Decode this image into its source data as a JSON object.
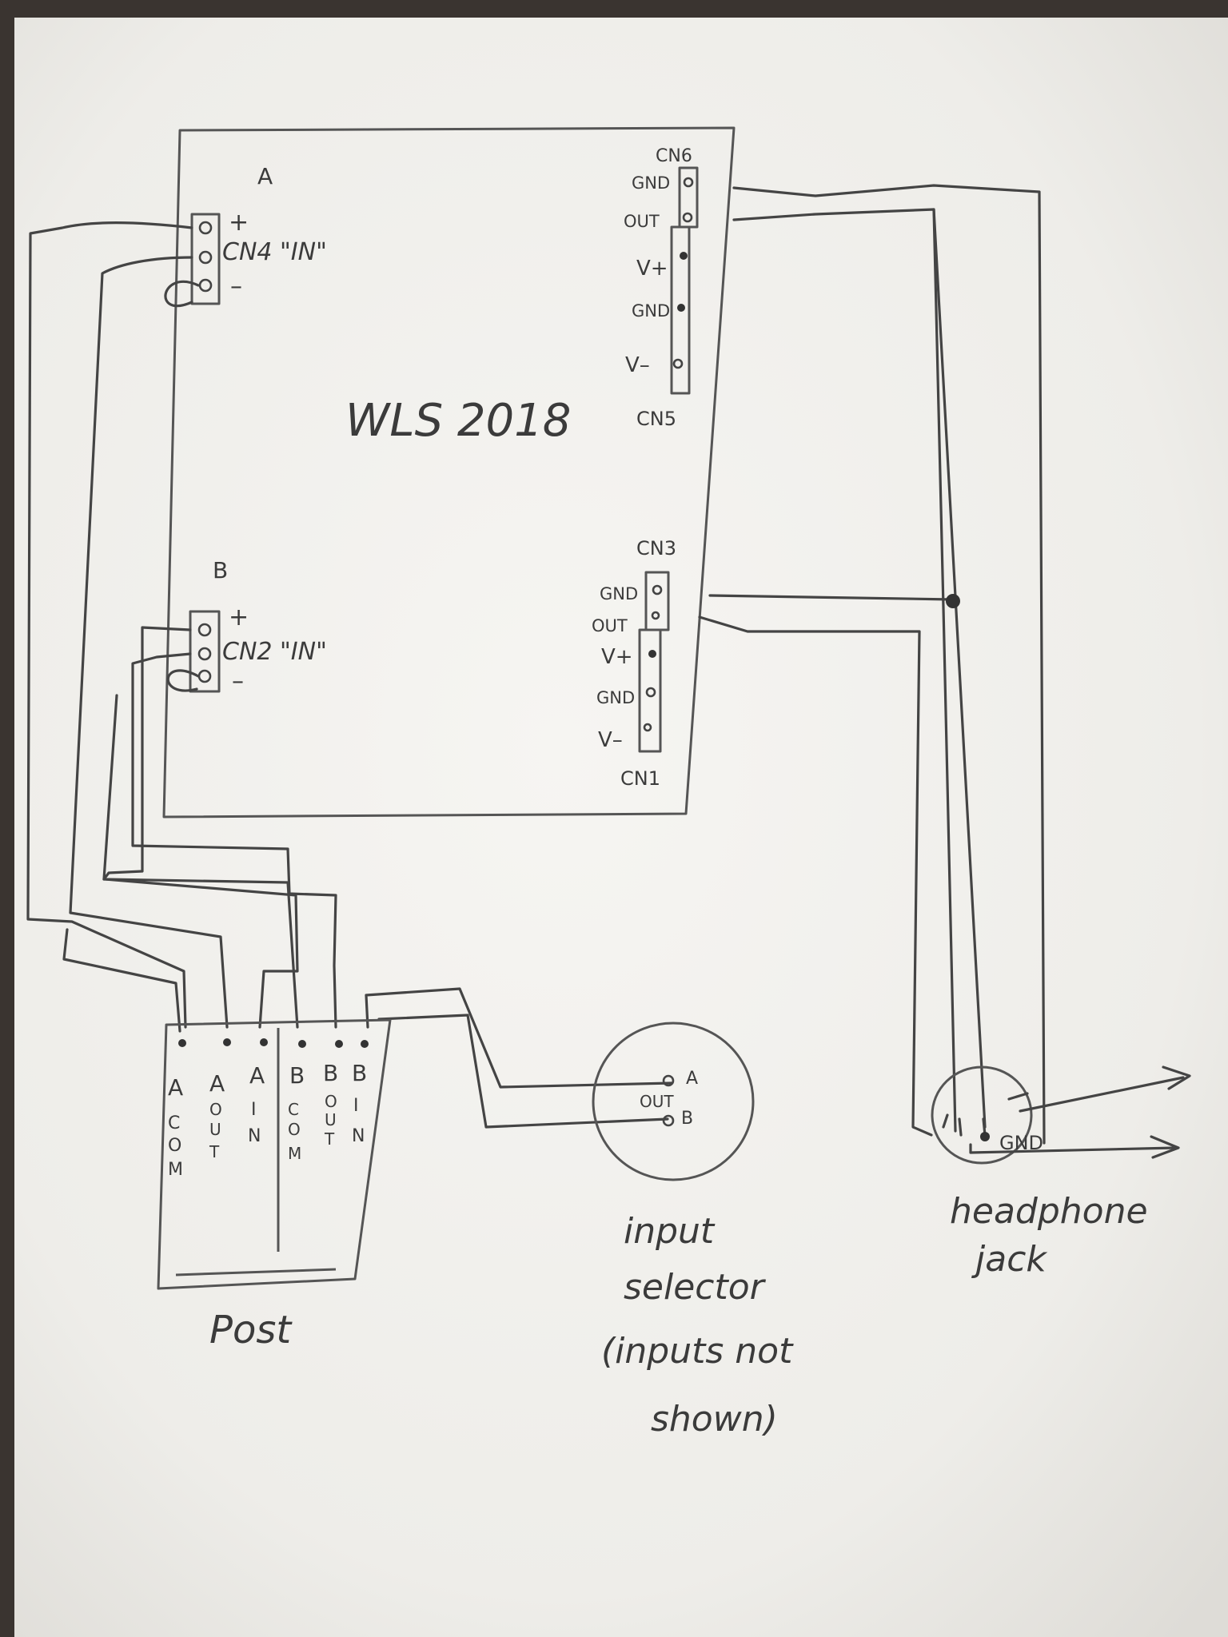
{
  "board": {
    "name": "WLS 2018",
    "channel_a": "A",
    "channel_b": "B",
    "cn4": "CN4 \"IN\"",
    "cn2": "CN2 \"IN\"",
    "plus": "+",
    "minus": "–",
    "cn6": "CN6",
    "cn5": "CN5",
    "cn3": "CN3",
    "cn1": "CN1",
    "pins": {
      "gnd": "GND",
      "out": "OUT",
      "vplus": "V+",
      "vminus": "V–"
    }
  },
  "post": {
    "label": "Post",
    "columns": [
      [
        "A",
        "C",
        "O",
        "M"
      ],
      [
        "A",
        "O",
        "U",
        "T"
      ],
      [
        "A",
        "I",
        "N"
      ],
      [
        "B",
        "C",
        "O",
        "M"
      ],
      [
        "B",
        "O",
        "U",
        "T"
      ],
      [
        "B",
        "I",
        "N"
      ]
    ]
  },
  "selector": {
    "pin_a": "A",
    "pin_b": "B",
    "out": "OUT",
    "label_lines": [
      "input",
      "selector",
      "(inputs not",
      "shown)"
    ]
  },
  "jack": {
    "gnd": "GND",
    "label_lines": [
      "headphone",
      "jack"
    ]
  },
  "colors": {
    "paper": "#f1f0ec",
    "ink": "#444444",
    "background": "#3a3430"
  }
}
